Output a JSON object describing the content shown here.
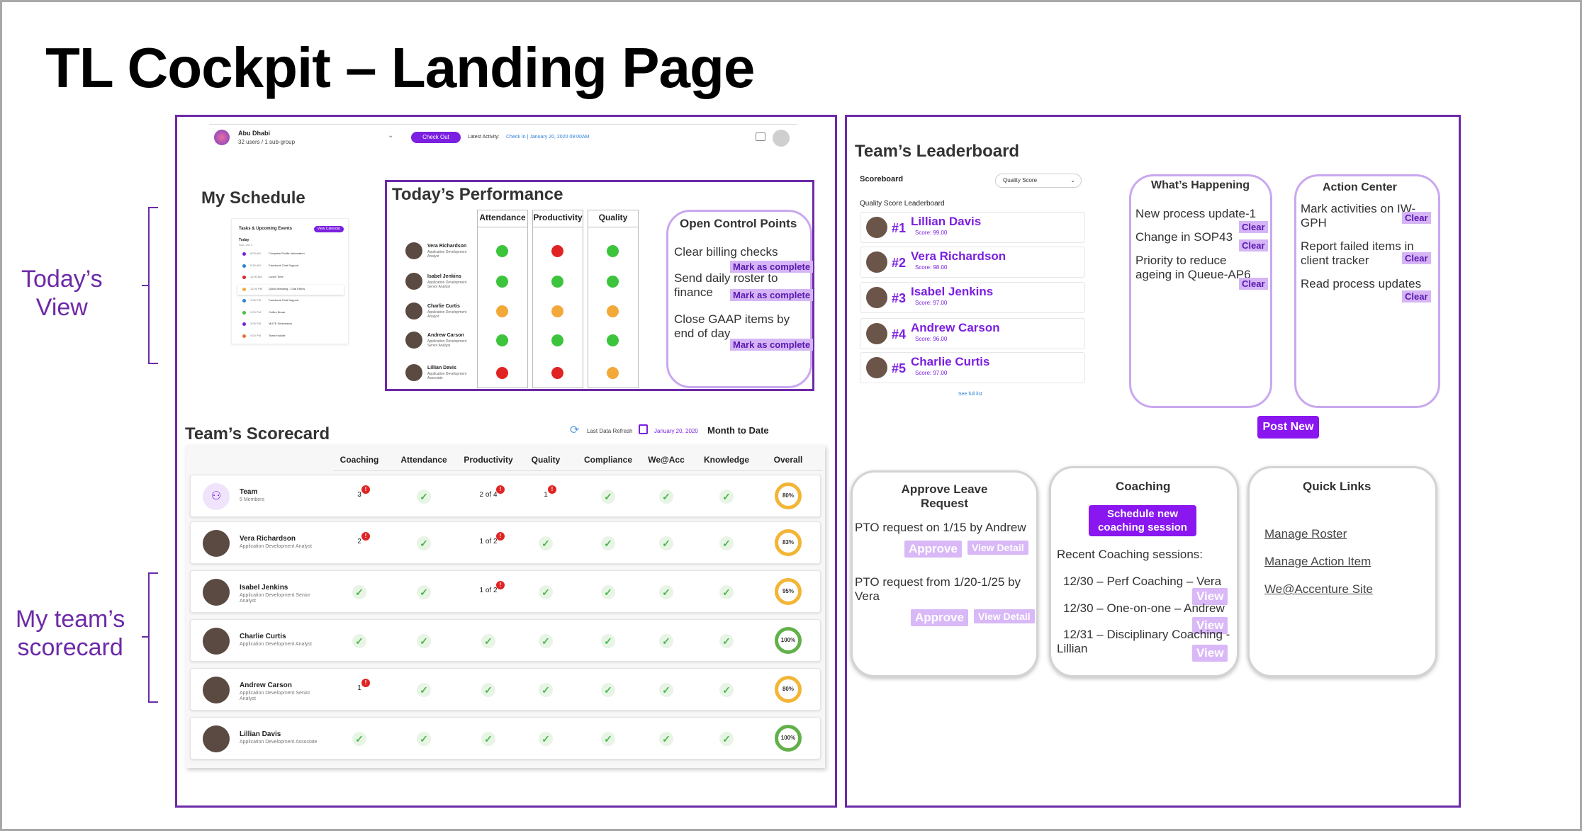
{
  "title": "TL Cockpit – Landing Page",
  "colors": {
    "accent": "#6d2aa8",
    "button": "#8a16f0",
    "green": "#3cc43c",
    "red": "#e02424",
    "orange": "#f2a93a"
  },
  "side_labels": {
    "today_view": "Today’s\nView",
    "my_team": "My team’s\nscorecard"
  },
  "topbar": {
    "location": "Abu Dhabi",
    "users": "32 users / 1 sub-group",
    "checkout": "Check Out",
    "latest_label": "Latest Activity:",
    "latest_value": "Check In | January 20, 2020 09:00AM"
  },
  "schedule": {
    "title": "My Schedule",
    "card_title": "Tasks & Upcoming Events",
    "view_calendar": "View Calendar",
    "today": "Today",
    "date": "Sun, Jan 4",
    "items": [
      {
        "time": "8:00 AM",
        "label": "Complete Profile Information"
      },
      {
        "time": "9:30 AM",
        "label": "Facebook Chat Support"
      },
      {
        "time": "11:00 AM",
        "label": "Lunch Time"
      },
      {
        "time": "12:00 PM",
        "label": "Quick Breaking - Chat Ethics"
      },
      {
        "time": "1:00 PM",
        "label": "Facebook Chat Support"
      },
      {
        "time": "2:00 PM",
        "label": "Coffee Break"
      },
      {
        "time": "3:00 PM",
        "label": "MUTE Submission"
      },
      {
        "time": "4:00 PM",
        "label": "Team Huddle"
      }
    ]
  },
  "performance": {
    "title": "Today’s Performance",
    "columns": [
      "Attendance",
      "Productivity",
      "Quality"
    ],
    "people": [
      {
        "name": "Vera Richardson",
        "role": "Application Development Analyst",
        "status": [
          "g",
          "r",
          "g"
        ]
      },
      {
        "name": "Isabel Jenkins",
        "role": "Application Development Senior Analyst",
        "status": [
          "g",
          "g",
          "g"
        ]
      },
      {
        "name": "Charlie Curtis",
        "role": "Application Development Analyst",
        "status": [
          "o",
          "o",
          "o"
        ]
      },
      {
        "name": "Andrew Carson",
        "role": "Application Development Senior Analyst",
        "status": [
          "g",
          "g",
          "g"
        ]
      },
      {
        "name": "Lillian Davis",
        "role": "Application Development Associate",
        "status": [
          "r",
          "r",
          "o"
        ]
      }
    ]
  },
  "control_points": {
    "title": "Open Control Points",
    "items": [
      {
        "text": "Clear billing checks",
        "action": "Mark as complete"
      },
      {
        "text": "Send daily roster to finance",
        "action": "Mark as complete"
      },
      {
        "text": "Close GAAP items by end of day",
        "action": "Mark as complete"
      }
    ]
  },
  "scorecard": {
    "title": "Team’s Scorecard",
    "refresh_label": "Last Data Refresh",
    "refresh_date": "January 20, 2020",
    "period": "Month to Date",
    "columns": [
      "Coaching",
      "Attendance",
      "Productivity",
      "Quality",
      "Compliance",
      "We@Acc",
      "Knowledge",
      "Overall"
    ],
    "rows": [
      {
        "name": "Team",
        "sub": "5 Members",
        "coaching": "3",
        "productivity": "2 of 4",
        "quality": "1",
        "overall": "80%"
      },
      {
        "name": "Vera Richardson",
        "sub": "Application Development Analyst",
        "coaching": "2",
        "productivity": "1 of 2",
        "quality": "",
        "overall": "83%"
      },
      {
        "name": "Isabel Jenkins",
        "sub": "Application Development Senior Analyst",
        "coaching": "",
        "productivity": "1 of 2",
        "quality": "",
        "overall": "95%"
      },
      {
        "name": "Charlie Curtis",
        "sub": "Application Development Analyst",
        "coaching": "",
        "productivity": "",
        "quality": "",
        "overall": "100%"
      },
      {
        "name": "Andrew Carson",
        "sub": "Application Development Senior Analyst",
        "coaching": "1",
        "productivity": "",
        "quality": "",
        "overall": "80%"
      },
      {
        "name": "Lillian Davis",
        "sub": "Application Development Associate",
        "coaching": "",
        "productivity": "",
        "quality": "",
        "overall": "100%"
      }
    ]
  },
  "leaderboard": {
    "title": "Team’s Leaderboard",
    "scoreboard": "Scoreboard",
    "select": "Quality Score",
    "subtitle": "Quality Score Leaderboard",
    "entries": [
      {
        "rank": "#1",
        "name": "Lillian Davis",
        "score": "Score: 99.00"
      },
      {
        "rank": "#2",
        "name": "Vera Richardson",
        "score": "Score: 98.00"
      },
      {
        "rank": "#3",
        "name": "Isabel Jenkins",
        "score": "Score: 97.00"
      },
      {
        "rank": "#4",
        "name": "Andrew Carson",
        "score": "Score: 96.00"
      },
      {
        "rank": "#5",
        "name": "Charlie Curtis",
        "score": "Score: 97.00"
      }
    ],
    "see_full": "See full list"
  },
  "whats_happening": {
    "title": "What’s Happening",
    "items": [
      "New process update-1",
      "Change in SOP43",
      "Priority to reduce ageing in Queue-AP6"
    ],
    "clear": "Clear"
  },
  "action_center": {
    "title": "Action Center",
    "items": [
      "Mark activities on IW-GPH",
      "Report failed items in client tracker",
      "Read process updates"
    ],
    "clear": "Clear"
  },
  "post_new": "Post New",
  "approve_leave": {
    "title": "Approve Leave Request",
    "requests": [
      "PTO request on 1/15 by Andrew",
      "PTO request from 1/20-1/25 by Vera"
    ],
    "approve": "Approve",
    "view_detail": "View Detail"
  },
  "coaching": {
    "title": "Coaching",
    "schedule_btn": "Schedule new coaching session",
    "recent_label": "Recent Coaching sessions:",
    "sessions": [
      "12/30 – Perf Coaching – Vera",
      "12/30 – One-on-one – Andrew",
      "12/31 –  Disciplinary Coaching - Lillian"
    ],
    "view": "View"
  },
  "quick_links": {
    "title": "Quick Links",
    "links": [
      "Manage Roster",
      "Manage Action Item",
      "We@Accenture Site"
    ]
  }
}
